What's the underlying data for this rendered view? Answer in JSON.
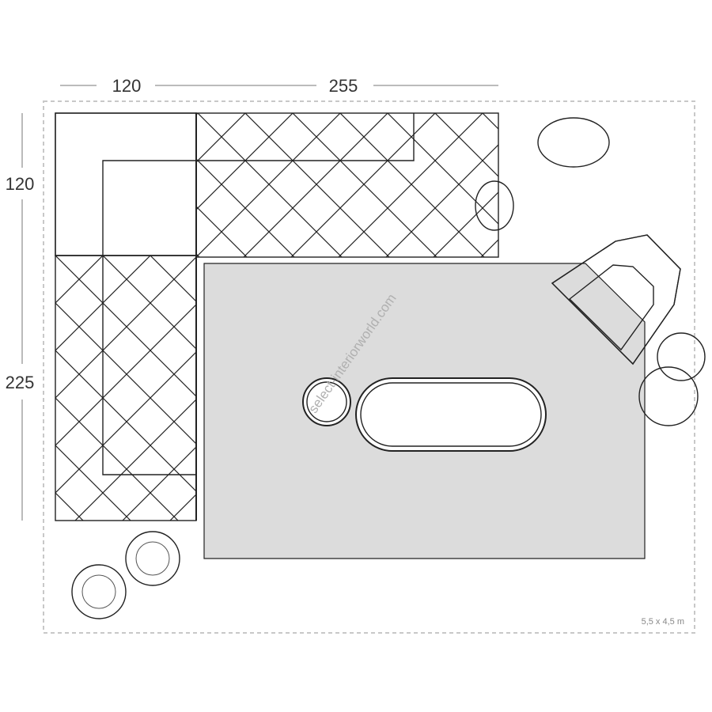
{
  "dimensions": {
    "top_left": "120",
    "top_right": "255",
    "left_top": "120",
    "left_bottom": "225"
  },
  "room_size_label": "5,5 x 4,5 m",
  "watermark": "select-interiorworld.com",
  "colors": {
    "rug": "#dcdcdc",
    "line": "#222222",
    "border": "#c8c8c8"
  }
}
